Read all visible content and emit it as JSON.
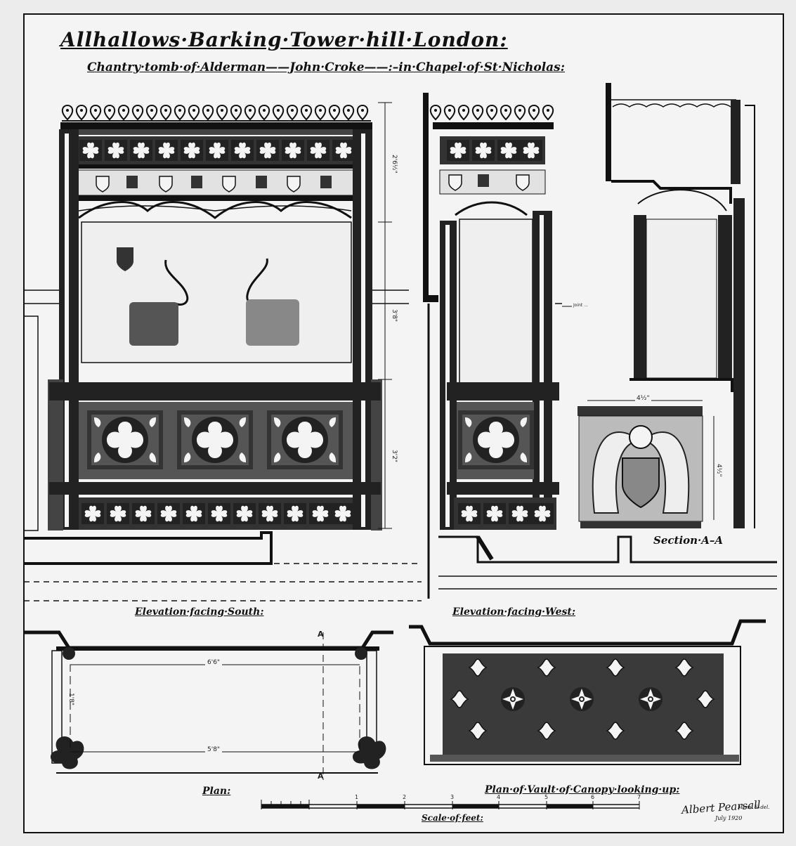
{
  "title": "Allhallows·Barking·Tower·hill·London:",
  "subtitle": "Chantry·tomb·of·Alderman——John·Croke——:–in·Chapel·of·St·Nicholas:",
  "views": {
    "south": "Elevation·facing·South:",
    "west": "Elevation·facing·West:",
    "section": "Section·A–A",
    "plan": "Plan:",
    "vault": "Plan·of·Vault·of·Canopy·looking·up:"
  },
  "dimensions": {
    "canopy_height": "2'6½\"",
    "opening_height": "3'8\"",
    "base_height": "3'2\"",
    "plan_length_outer": "6'6\"",
    "plan_length_inner": "5'8\"",
    "plan_width": "1'8\"",
    "angel_width": "4½\"",
    "angel_height": "4½\"",
    "joint_note": "Joint ..."
  },
  "section_marks": {
    "top": "A",
    "bottom": "A"
  },
  "scale": {
    "label": "Scale·of·feet:",
    "ticks": [
      "1",
      "2",
      "3",
      "4",
      "5",
      "6",
      "7"
    ]
  },
  "signature": {
    "name": "Albert Pearsall",
    "role": "Mens. & del.",
    "date": "July 1920"
  }
}
